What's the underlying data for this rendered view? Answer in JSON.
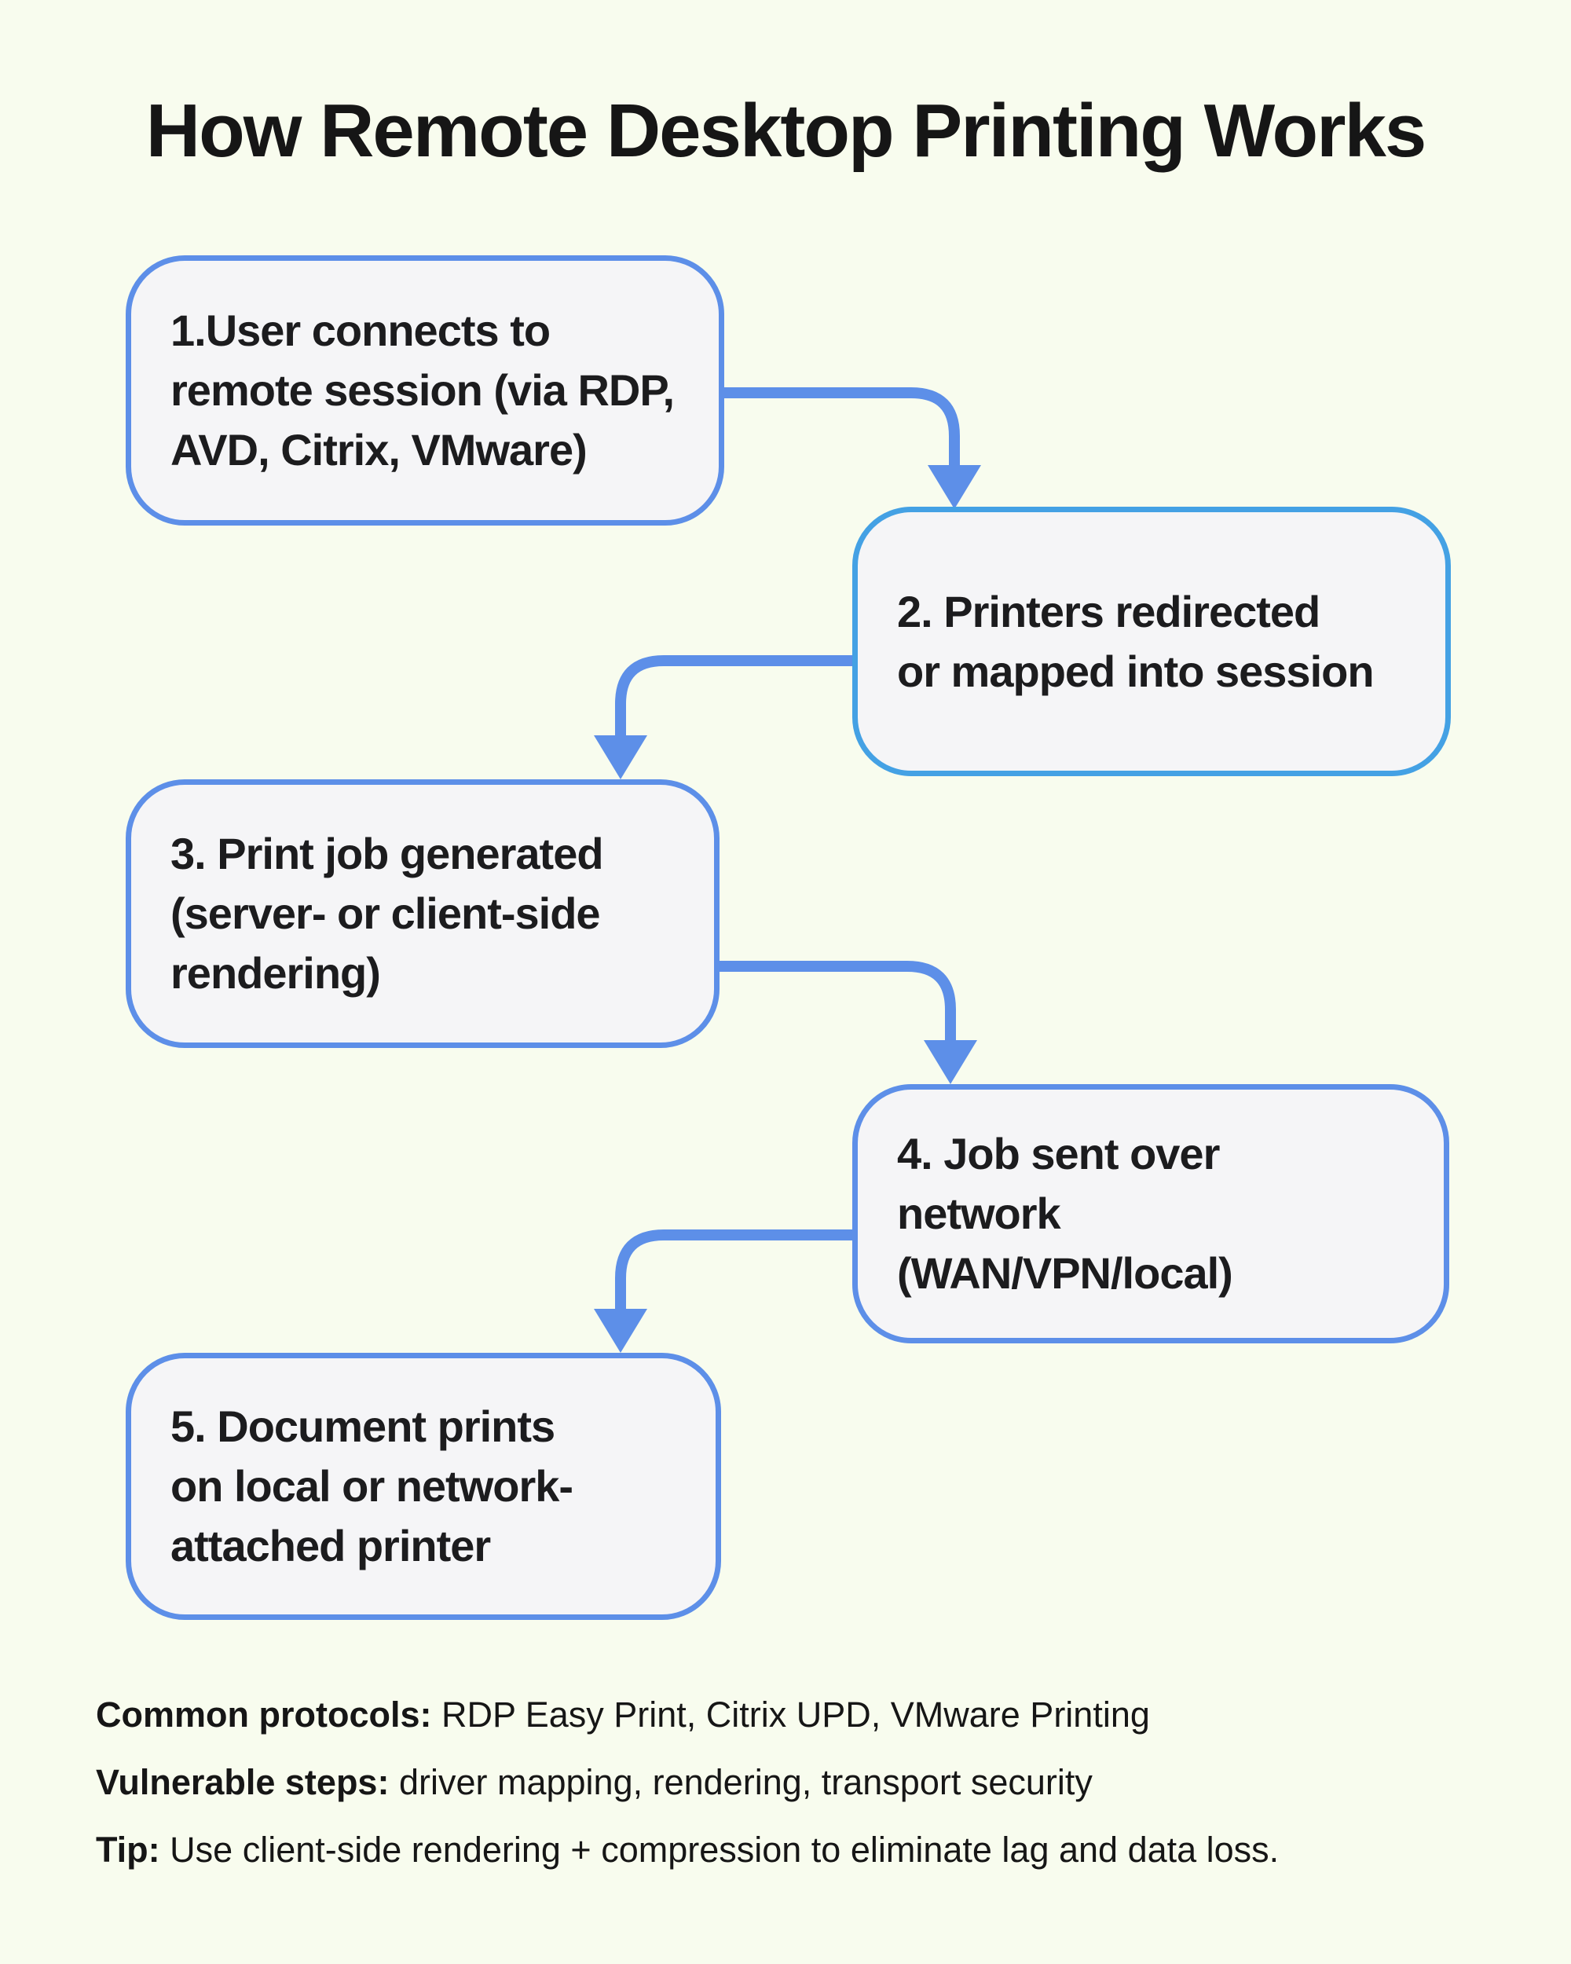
{
  "title": "How Remote Desktop Printing Works",
  "colors": {
    "bg": "#f8fcee",
    "box_fill": "#f5f5f7",
    "box_border": "#5d8fe8",
    "box2_border": "#44a1e4",
    "connector": "#5d8fe8",
    "ink": "#161616",
    "box_text": "#1c1c1e"
  },
  "diagram": {
    "steps": [
      {
        "text": "1.User connects to\nremote session (via RDP,\nAVD, Citrix, VMware)"
      },
      {
        "text": "2. Printers redirected\nor mapped into session"
      },
      {
        "text": "3. Print job generated\n(server- or client-side\nrendering)"
      },
      {
        "text": "4. Job sent over\nnetwork\n(WAN/VPN/local)"
      },
      {
        "text": "5. Document prints\non local or network-\nattached printer"
      }
    ]
  },
  "footer": {
    "lines": [
      {
        "label": "Common protocols:",
        "text": "RDP Easy Print, Citrix UPD, VMware Printing"
      },
      {
        "label": "Vulnerable steps:",
        "text": "driver mapping, rendering, transport security"
      },
      {
        "label": "Tip:",
        "text": "Use client-side rendering + compression to eliminate lag and data loss."
      }
    ]
  }
}
